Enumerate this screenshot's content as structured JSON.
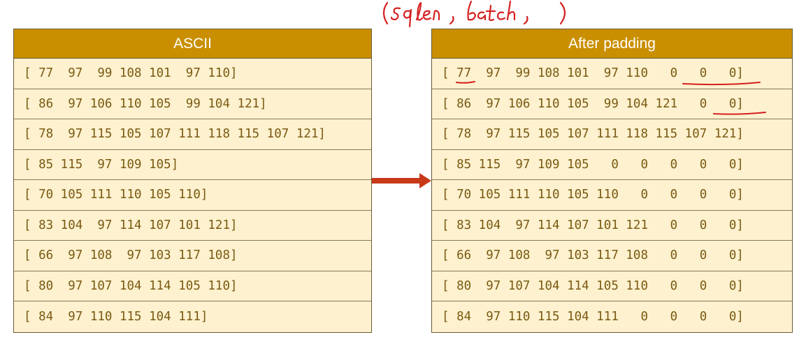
{
  "annotation": {
    "handwritten_note": "(sqlen , batch , )"
  },
  "left_table": {
    "title": "ASCII",
    "rows": [
      "[ 77  97  99 108 101  97 110]",
      "[ 86  97 106 110 105  99 104 121]",
      "[ 78  97 115 105 107 111 118 115 107 121]",
      "[ 85 115  97 109 105]",
      "[ 70 105 111 110 105 110]",
      "[ 83 104  97 114 107 101 121]",
      "[ 66  97 108  97 103 117 108]",
      "[ 80  97 107 104 114 105 110]",
      "[ 84  97 110 115 104 111]"
    ]
  },
  "right_table": {
    "title": "After padding",
    "rows": [
      "[ 77  97  99 108 101  97 110   0   0   0]",
      "[ 86  97 106 110 105  99 104 121   0   0]",
      "[ 78  97 115 105 107 111 118 115 107 121]",
      "[ 85 115  97 109 105   0   0   0   0   0]",
      "[ 70 105 111 110 105 110   0   0   0   0]",
      "[ 83 104  97 114 107 101 121   0   0   0]",
      "[ 66  97 108  97 103 117 108   0   0   0]",
      "[ 80  97 107 104 114 105 110   0   0   0]",
      "[ 84  97 110 115 104 111   0   0   0   0]"
    ]
  },
  "colors": {
    "header": "#c98f00",
    "row_bg": "#fdf1cf",
    "text": "#7a5a12",
    "arrow": "#c8391a",
    "ink": "#d42020"
  }
}
